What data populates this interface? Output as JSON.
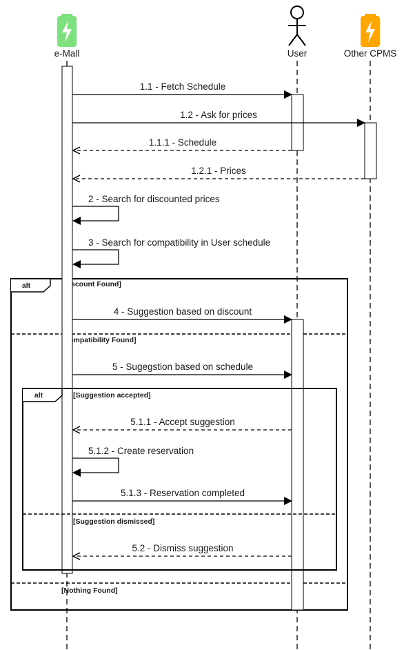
{
  "participants": {
    "emall": {
      "label": "e-Mall",
      "icon": "battery-charging-icon",
      "color": "#7ee07e"
    },
    "user": {
      "label": "User",
      "icon": "stick-figure-icon"
    },
    "other": {
      "label": "Other CPMS",
      "icon": "battery-charging-icon",
      "color": "#ffa500"
    }
  },
  "messages": {
    "m1": "1.1 - Fetch Schedule",
    "m2": "1.2 - Ask for prices",
    "m3": "1.1.1 - Schedule",
    "m4": "1.2.1 - Prices",
    "m5": "2 - Search for discounted prices",
    "m6": "3 - Search for compatibility in User schedule",
    "m7": "4 - Suggestion based on discount",
    "m8": "5 - Sugegstion based on schedule",
    "m9": "5.1.1 - Accept suggestion",
    "m10": "5.1.2 - Create reservation",
    "m11": "5.1.3 - Reservation completed",
    "m12": "5.2 - Dismiss suggestion"
  },
  "fragments": {
    "outer": {
      "operator": "alt",
      "guards": [
        "[Discount Found]",
        "[Compatibility Found]",
        "[Nothing Found]"
      ]
    },
    "inner": {
      "operator": "alt",
      "guards": [
        "[Suggestion accepted]",
        "[Suggestion dismissed]"
      ]
    }
  }
}
